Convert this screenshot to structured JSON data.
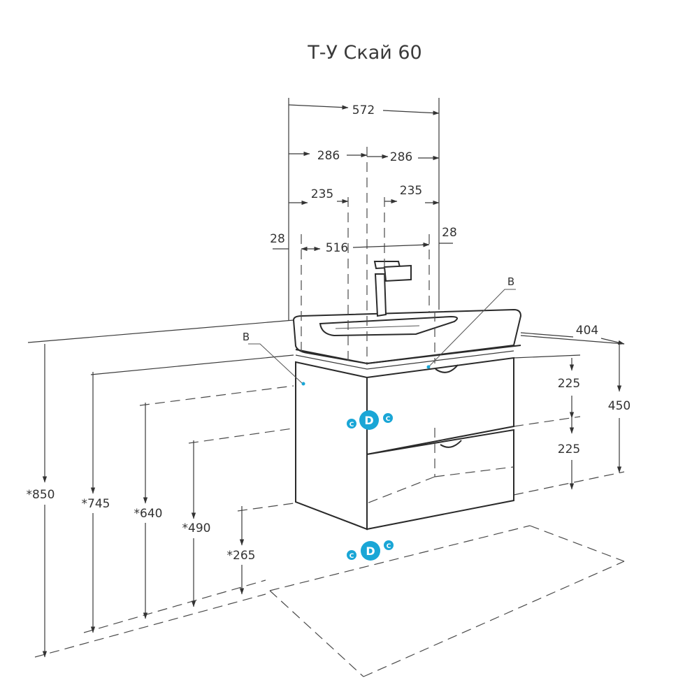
{
  "title": "Т-У Скай 60",
  "dimensions": {
    "total_width": "572",
    "half_left": "286",
    "half_right": "286",
    "hole_left": "235",
    "hole_right": "235",
    "edge_left": "28",
    "edge_right": "28",
    "inner_width": "516",
    "depth": "404",
    "body_height": "450",
    "drawer_top": "225",
    "drawer_bottom": "225",
    "h_850": "*850",
    "h_745": "*745",
    "h_640": "*640",
    "h_490": "*490",
    "h_265": "*265"
  },
  "callouts": {
    "b_left": "B",
    "b_right": "B"
  },
  "connections": {
    "upper_main": "D",
    "upper_left": "C",
    "upper_right": "C",
    "lower_main": "D",
    "lower_left": "C",
    "lower_right": "C"
  },
  "colors": {
    "line": "#3a3a3a",
    "connection": "#1aa6d6"
  }
}
